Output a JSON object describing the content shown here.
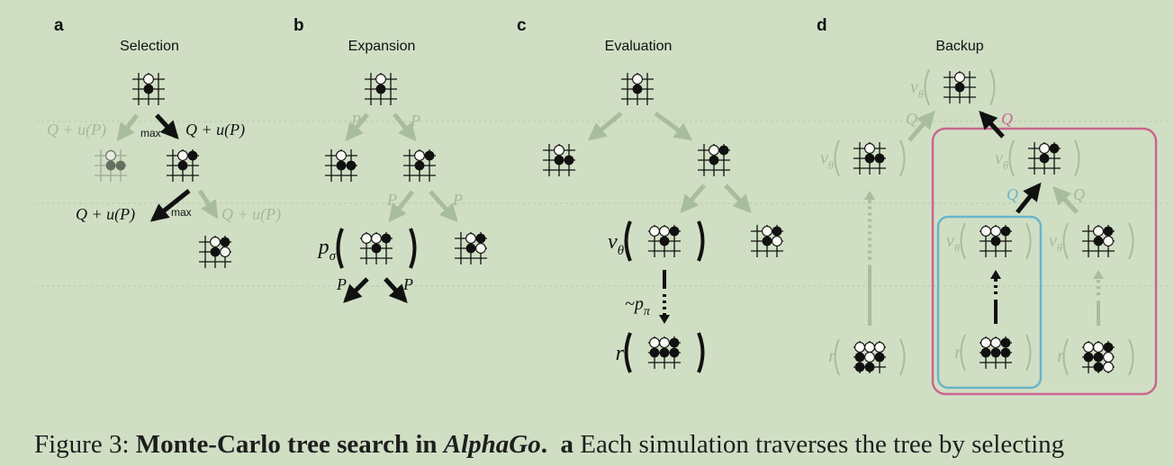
{
  "colors": {
    "background": "#d0dfc4",
    "active": "#111111",
    "faded": "#a8bd9c",
    "faded_text": "#a4b899",
    "pink": "#c9668f",
    "blue": "#6ab4c9"
  },
  "panels": {
    "a": {
      "letter": "a",
      "title": "Selection"
    },
    "b": {
      "letter": "b",
      "title": "Expansion"
    },
    "c": {
      "letter": "c",
      "title": "Evaluation"
    },
    "d": {
      "letter": "d",
      "title": "Backup"
    }
  },
  "labels": {
    "q_plus_u": "Q + u(P)",
    "max": "max",
    "p": "P",
    "q": "Q",
    "p_sigma": "p",
    "p_sigma_sub": "σ",
    "v_theta": "v",
    "v_theta_sub": "θ",
    "p_pi_prefix": "~p",
    "p_pi_sub": "π",
    "r": "r"
  },
  "caption": {
    "prefix": "Figure 3: ",
    "bold": "Monte-Carlo tree search in ",
    "bold_italic": "AlphaGo",
    "bold_end": ".",
    "panel_letter": "a",
    "rest": " Each simulation traverses the tree by selecting"
  }
}
